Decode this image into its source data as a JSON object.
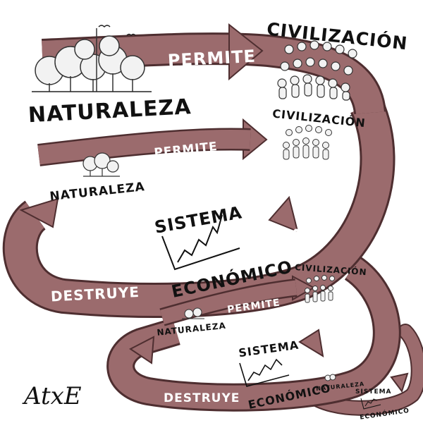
{
  "labels": {
    "naturaleza": "NATURALEZA",
    "civilizacion": "CIVILIZACIÓN",
    "permite": "PERMITE",
    "destruye": "DESTRUYE",
    "sistema": "SISTEMA",
    "economico": "ECONÓMICO"
  },
  "signature": "AtxE",
  "colors": {
    "band": "#9b6b6d",
    "band_dark": "#6e4346",
    "band_edge": "#4e2e30",
    "tree": "#f2f2f2",
    "ink": "#111111"
  }
}
